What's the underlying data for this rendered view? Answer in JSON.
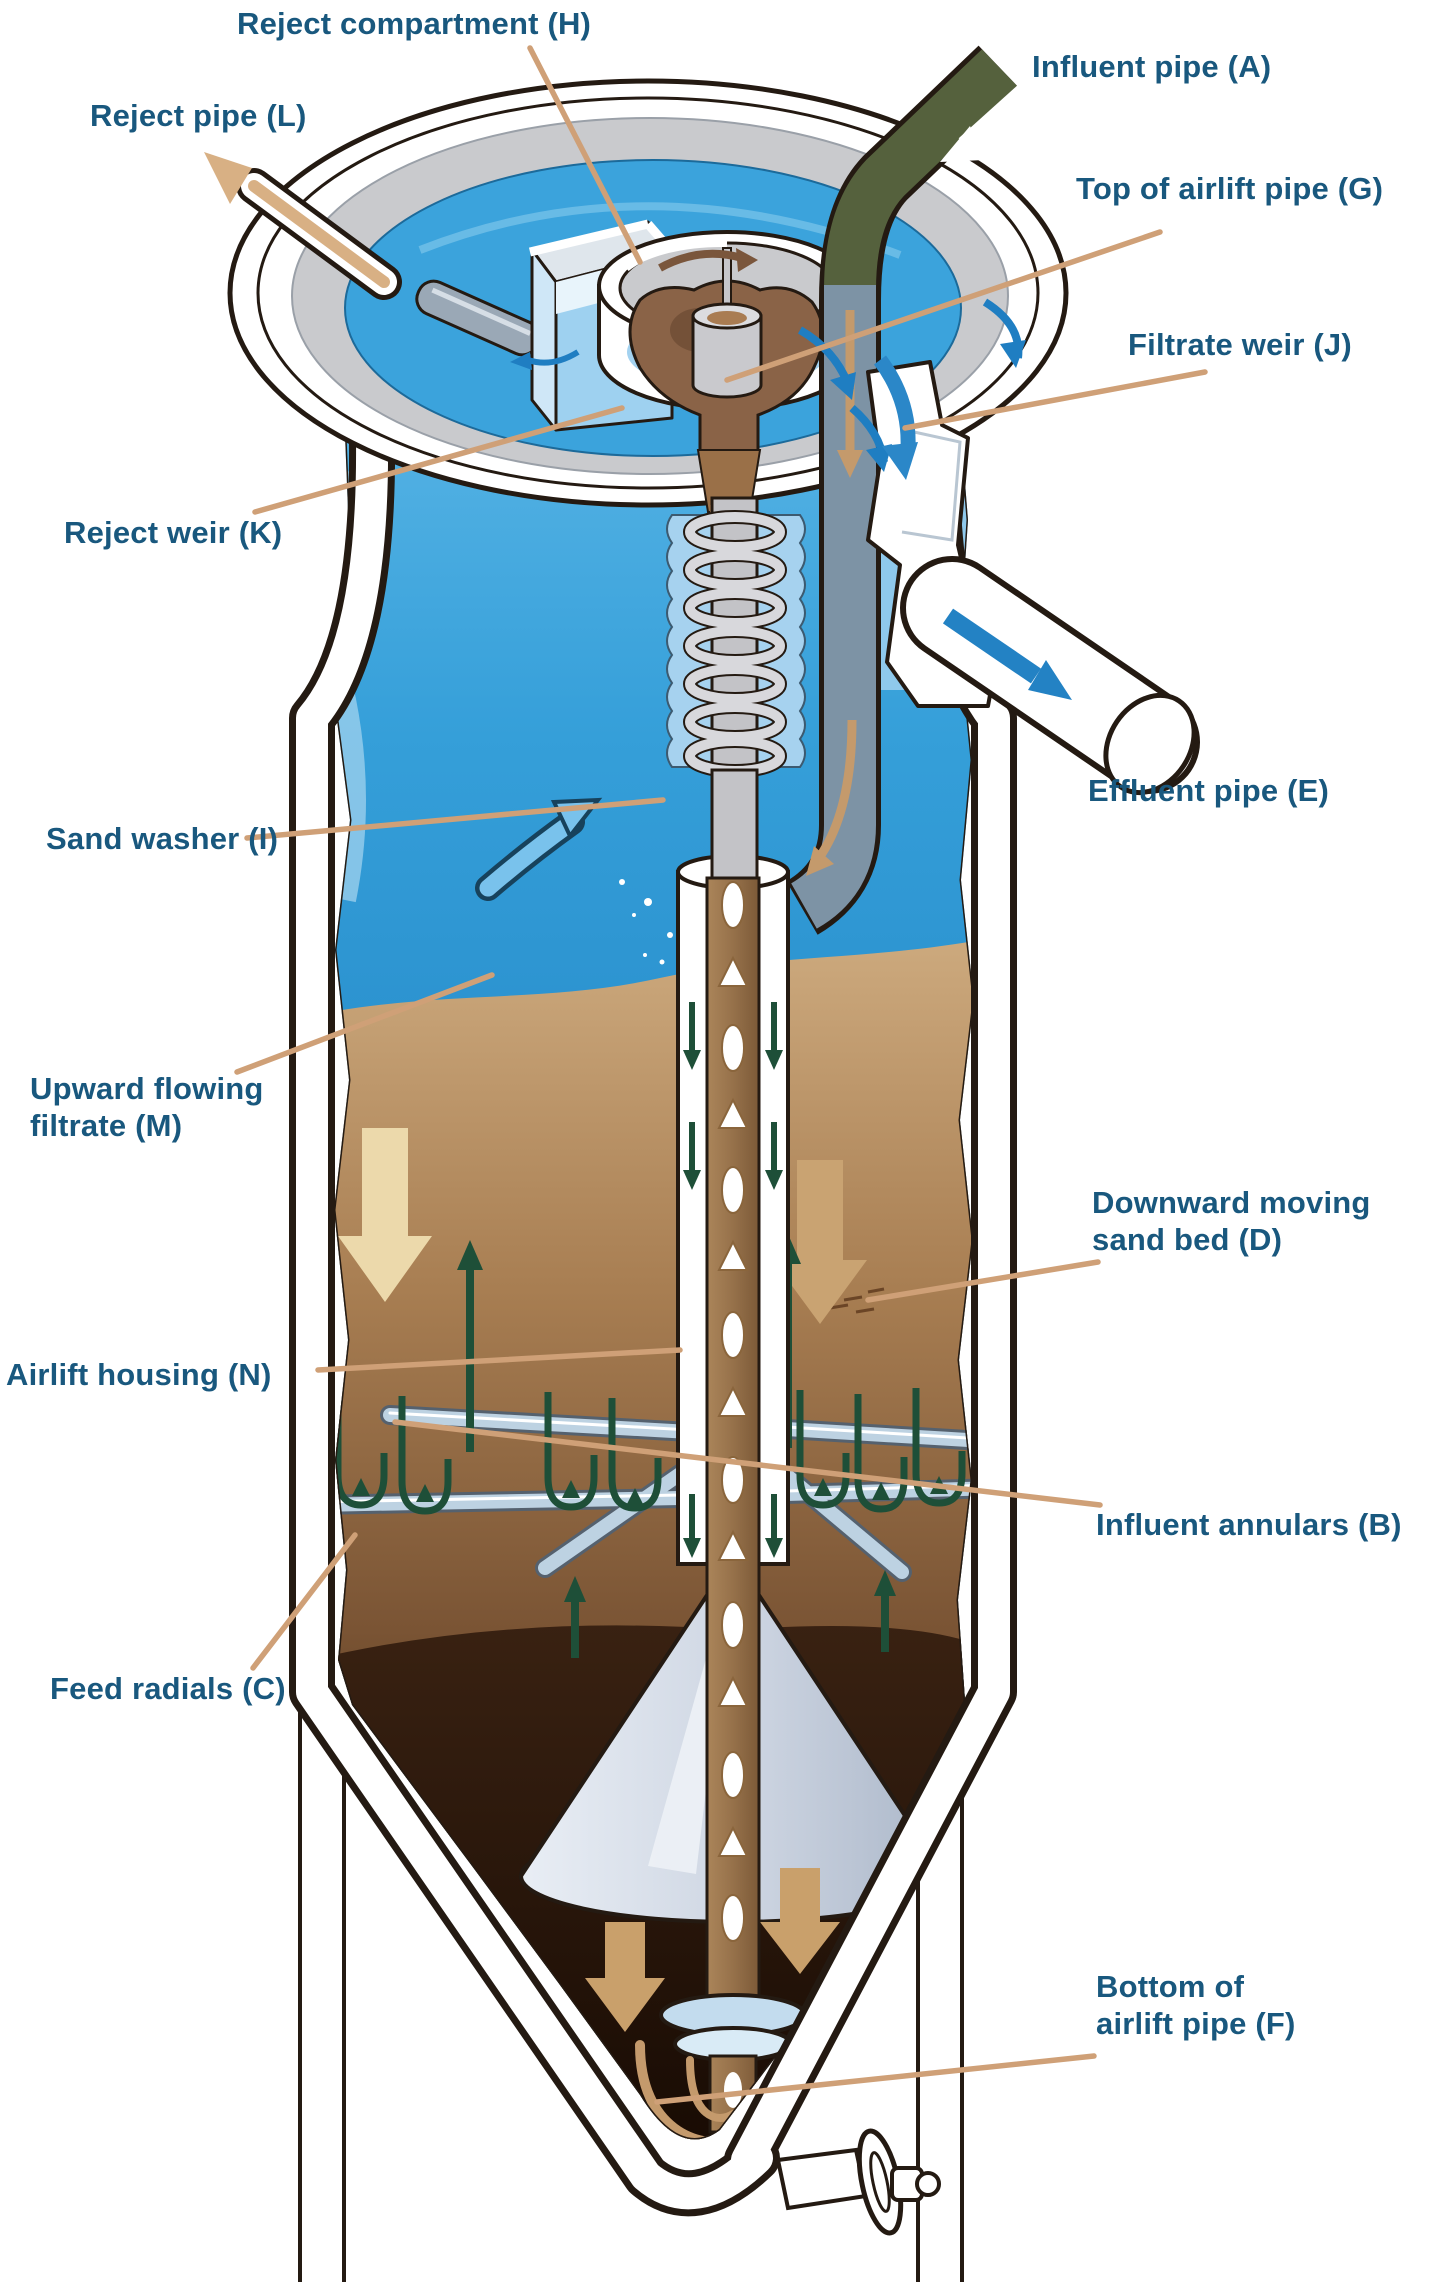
{
  "diagram": {
    "subject": "continuous backwash sand filter cutaway",
    "labels": {
      "influent_pipe": "Influent pipe (A)",
      "influent_annulars": "Influent annulars (B)",
      "feed_radials": "Feed radials (C)",
      "sand_bed_line1": "Downward moving",
      "sand_bed_line2": "sand bed (D)",
      "effluent_pipe": "Effluent pipe (E)",
      "bottom_airlift_line1": "Bottom of",
      "bottom_airlift_line2": "airlift pipe (F)",
      "top_airlift": "Top of airlift pipe (G)",
      "reject_compartment": "Reject compartment (H)",
      "sand_washer": "Sand washer (I)",
      "filtrate_weir": "Filtrate weir (J)",
      "reject_weir": "Reject weir (K)",
      "reject_pipe": "Reject pipe (L)",
      "filtrate_line1": "Upward flowing",
      "filtrate_line2": "filtrate (M)",
      "airlift_housing": "Airlift housing (N)"
    },
    "colors": {
      "label_text": "#19587E",
      "leader_line": "#CFA077",
      "water_blue": "#3BA3DC",
      "water_light": "#A8D6F0",
      "sand_light": "#CDAA7E",
      "sand_dark": "#241004",
      "reject_sand": "#8A6347",
      "influent_pipe_olive": "#55613D",
      "influent_pipe_slate": "#7D93A5",
      "cone_gray": "#C6CFDC",
      "arrow_green": "#1E4F38",
      "arrow_cream": "#ECD9AB",
      "arrow_tan": "#C9A06B",
      "flange_gray": "#C9CACD",
      "radial_blue": "#BDD2E2",
      "outline": "#241A12"
    }
  }
}
